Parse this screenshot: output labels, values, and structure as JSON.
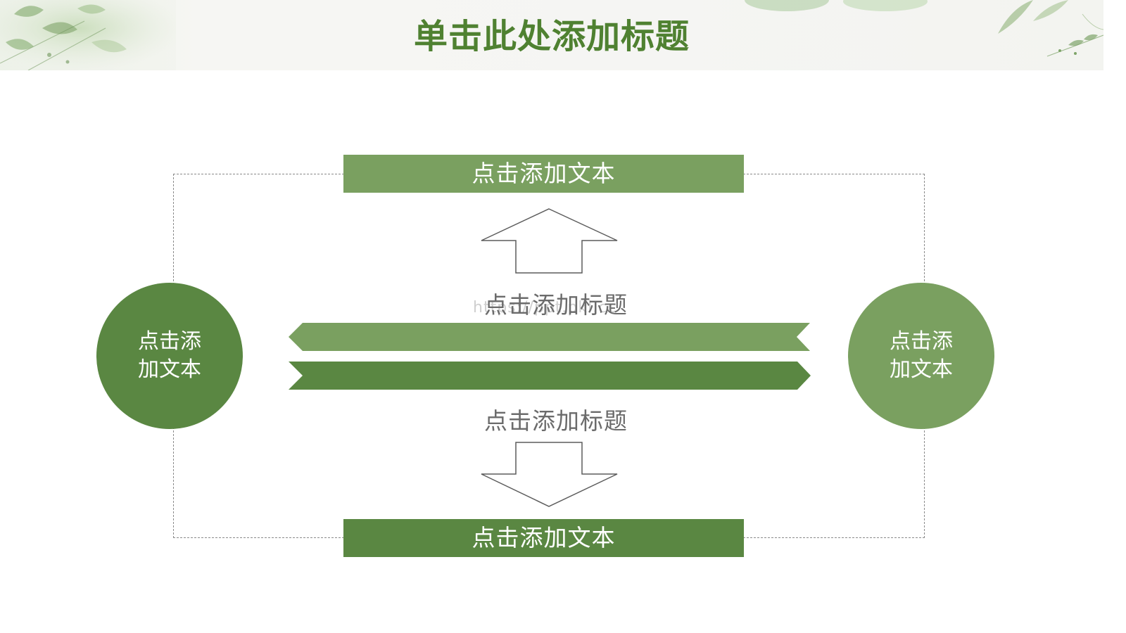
{
  "slide": {
    "title": "单击此处添加标题",
    "top_box_text": "点击添加文本",
    "bottom_box_text": "点击添加文本",
    "left_circle": {
      "line1": "点击添",
      "line2": "加文本"
    },
    "right_circle": {
      "line1": "点击添",
      "line2": "加文本"
    },
    "upper_label": "点击添加标题",
    "lower_label": "点击添加标题",
    "watermark": "https://ppt.pkl.cc"
  },
  "colors": {
    "title": "#4f8131",
    "light_green": "#7aa060",
    "dark_green": "#5a8742",
    "dash": "#8a8a8a",
    "label_gray": "#6b6b6b"
  },
  "icons": [
    "leaf-decoration-icon",
    "up-arrow-icon",
    "down-arrow-icon",
    "left-chevron-band-icon",
    "right-chevron-band-icon"
  ]
}
